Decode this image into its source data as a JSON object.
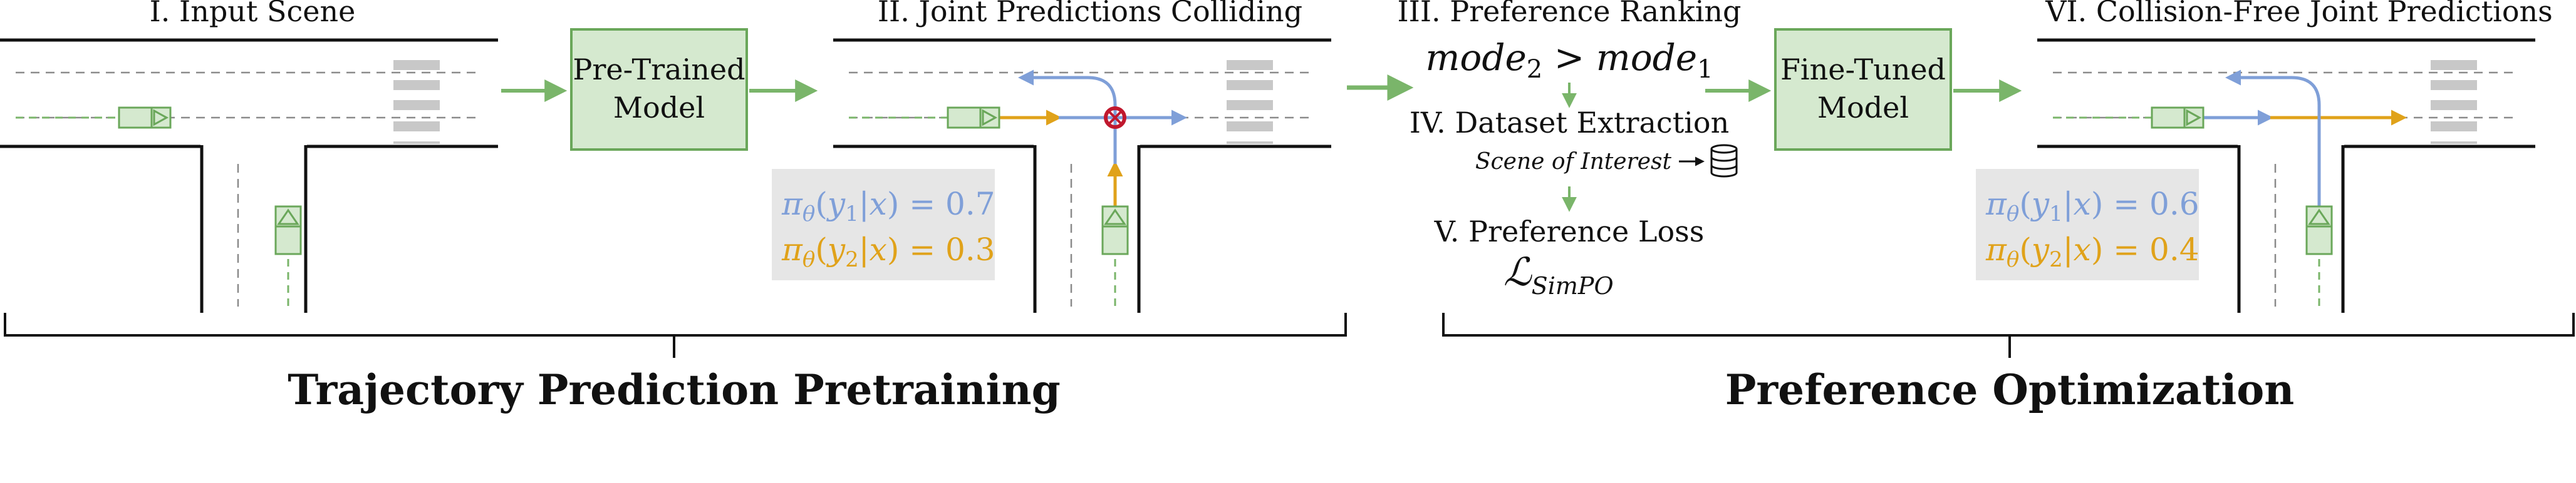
{
  "panels": {
    "input_scene": "I. Input Scene",
    "joint_colliding": "II. Joint Predictions Colliding",
    "preference_ranking": "III. Preference Ranking",
    "dataset_extraction": "IV. Dataset Extraction",
    "scene_of_interest": "Scene of Interest",
    "preference_loss": "V. Preference Loss",
    "collision_free": "VI. Collision-Free Joint Predictions"
  },
  "models": {
    "pretrained": [
      "Pre-Trained",
      "Model"
    ],
    "finetuned": [
      "Fine-Tuned",
      "Model"
    ]
  },
  "ranking_formula": {
    "left_base": "mode",
    "left_sub": "2",
    "op": ">",
    "right_base": "mode",
    "right_sub": "1"
  },
  "loss_formula": {
    "base": "ℒ",
    "sub": "SimPO"
  },
  "probabilities": {
    "colliding": [
      {
        "pi": "π",
        "theta": "θ",
        "y": "y",
        "idx": "1",
        "x": "x",
        "value": "0.7"
      },
      {
        "pi": "π",
        "theta": "θ",
        "y": "y",
        "idx": "2",
        "x": "x",
        "value": "0.3"
      }
    ],
    "collision_free": [
      {
        "pi": "π",
        "theta": "θ",
        "y": "y",
        "idx": "1",
        "x": "x",
        "value": "0.6"
      },
      {
        "pi": "π",
        "theta": "θ",
        "y": "y",
        "idx": "2",
        "x": "x",
        "value": "0.4"
      }
    ]
  },
  "sections": {
    "pretraining": "Trajectory Prediction Pretraining",
    "preference": "Preference Optimization"
  },
  "colors": {
    "green": "#7ab56a",
    "green_fill": "#d5e9cf",
    "green_stroke": "#6aa75a",
    "blue": "#7f9fd8",
    "orange": "#e0a21a",
    "red": "#c0182e",
    "gray_box": "#e6e6e6",
    "crosswalk": "#c8c8c8",
    "dash": "#8a8a8a",
    "ink": "#111111"
  }
}
